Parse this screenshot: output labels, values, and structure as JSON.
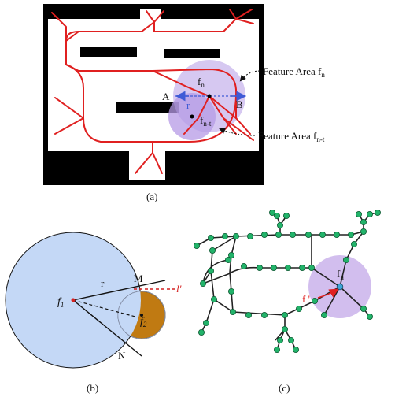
{
  "panel_a": {
    "caption": "(a)",
    "label_fn_base": "f",
    "label_fn_sub": "n",
    "label_fnt_base": "f",
    "label_fnt_sub": "n-t",
    "label_r": "r",
    "label_A": "A",
    "label_B": "B",
    "annotation_fn_text": "Feature Area f",
    "annotation_fn_sub": "n",
    "annotation_fnt_text": "Feature Area f",
    "annotation_fnt_sub": "n-t",
    "colors": {
      "obstacle": "#000000",
      "voronoi": "#e02020",
      "feature_area": "#b59ae6",
      "radius_arrow": "#3f5bd6"
    }
  },
  "panel_b": {
    "caption": "(b)",
    "label_f1_base": "f",
    "label_f1_sub": "1",
    "label_f2_base": "f",
    "label_f2_sub": "2",
    "label_r": "r",
    "label_M": "M",
    "label_N": "N",
    "label_lprime": "l'",
    "colors": {
      "circle_fill": "#c4d8f6",
      "lens_fill": "#c07a12",
      "line_red": "#d42020"
    }
  },
  "panel_c": {
    "caption": "(c)",
    "label_fn_base": "f",
    "label_fn_sub": "n",
    "label_fprime": "f '",
    "colors": {
      "node": "#22b36a",
      "node_special": "#3fa5d8",
      "edge": "#222222",
      "feature_area": "#c3a8e8",
      "arrow": "#e02020"
    }
  }
}
